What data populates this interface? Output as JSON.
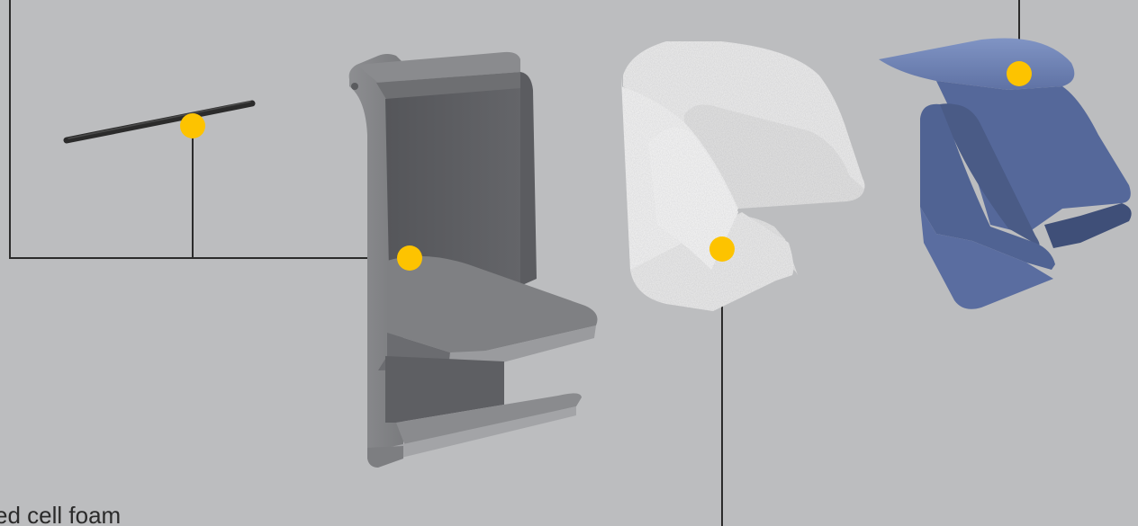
{
  "diagram": {
    "background_color": "#bcbdbf",
    "marker_color": "#fdc300",
    "leader_line_color": "#2b2b2b",
    "caption_text": "ed cell foam",
    "parts": [
      {
        "id": "rod",
        "color": "#2e2e2e"
      },
      {
        "id": "grey-bracket",
        "color": "#6a6b6d"
      },
      {
        "id": "white-foam",
        "color": "#f0f0f0"
      },
      {
        "id": "blue-clip",
        "color": "#566a9c"
      }
    ]
  }
}
